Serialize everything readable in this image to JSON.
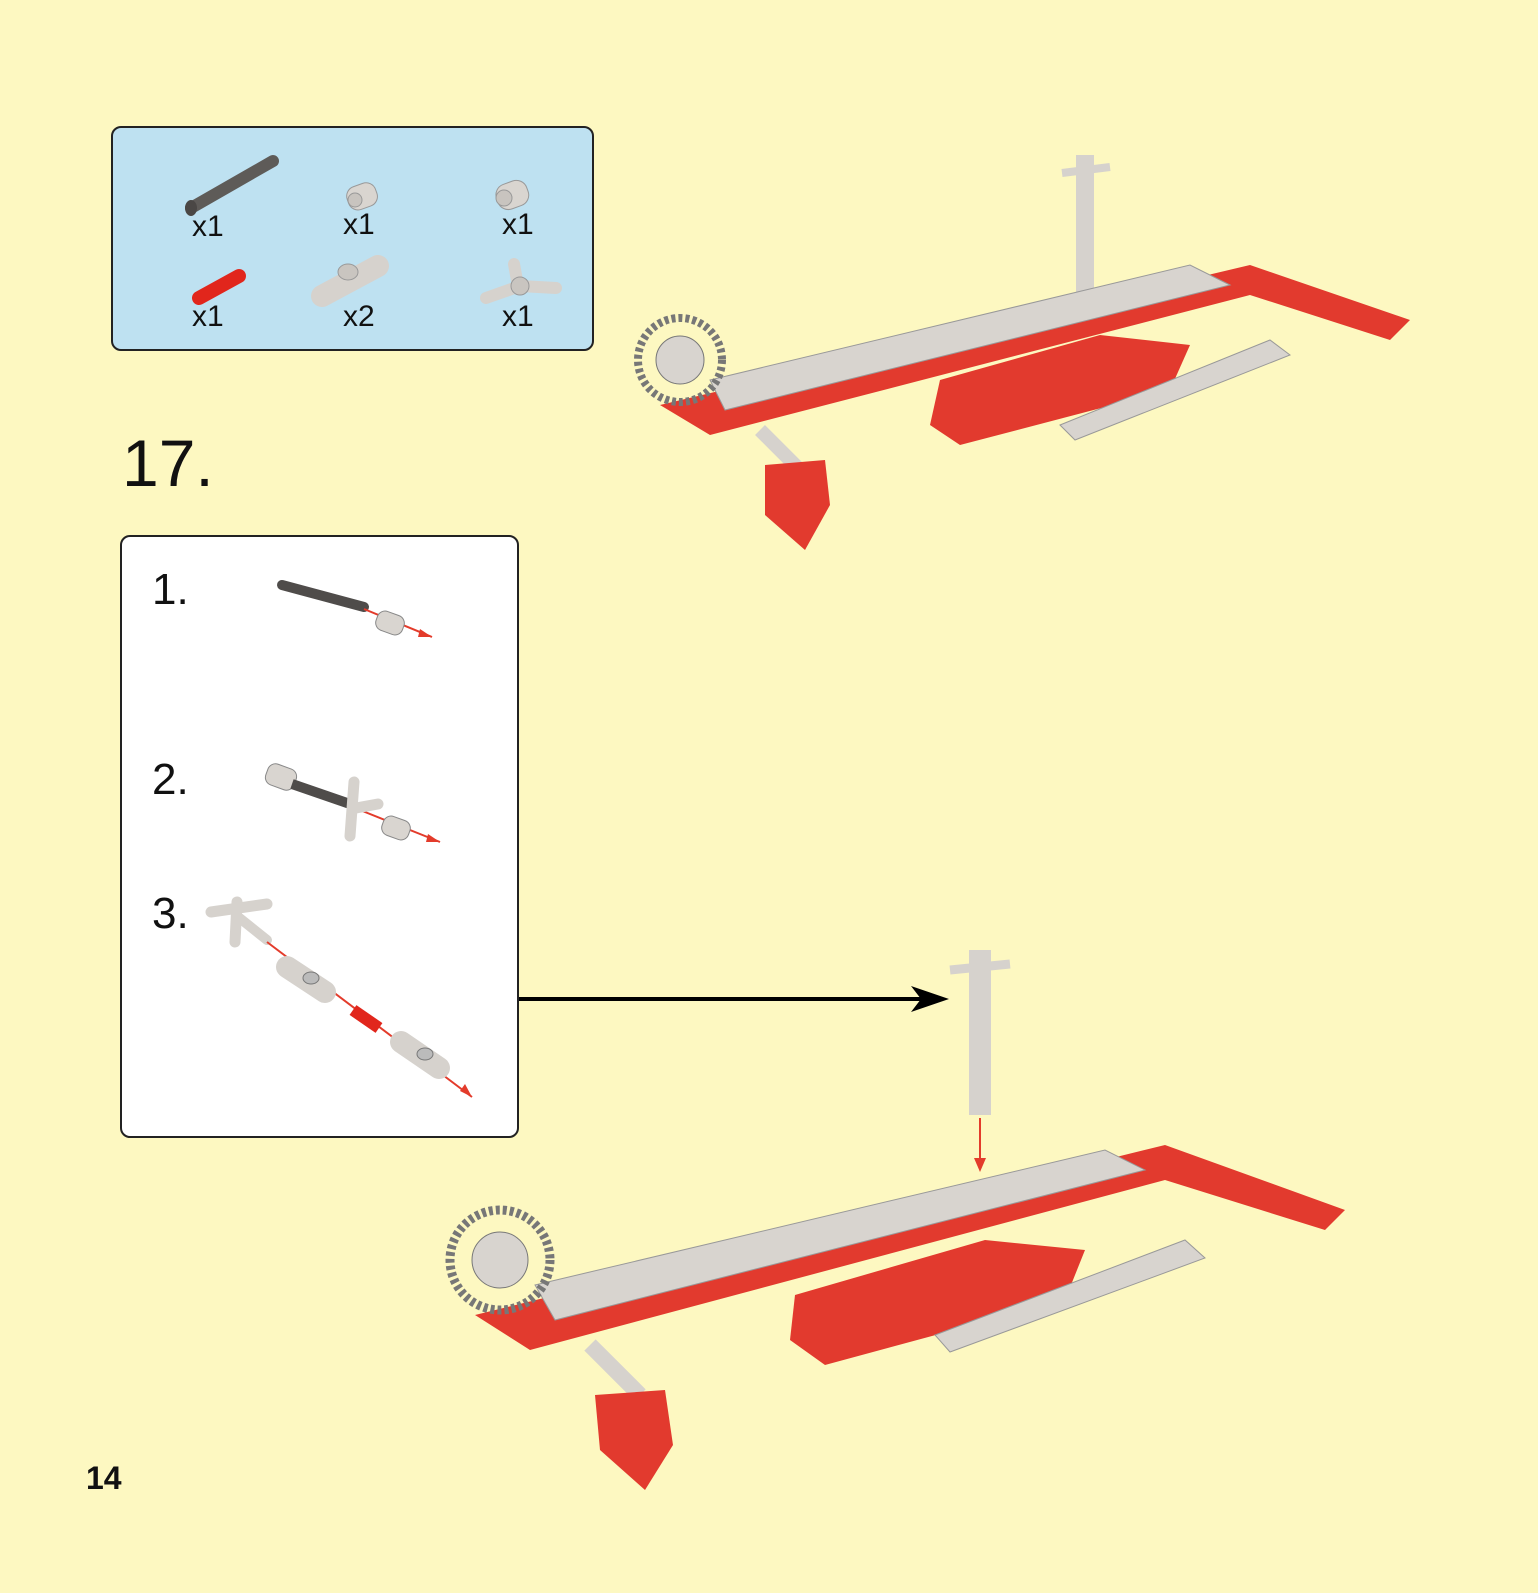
{
  "parts_list": {
    "items": [
      {
        "icon": "dark-gray-axle-with-stop",
        "quantity": "x1"
      },
      {
        "icon": "light-gray-axle-connector",
        "quantity": "x1"
      },
      {
        "icon": "light-gray-bush",
        "quantity": "x1"
      },
      {
        "icon": "red-axle-connector",
        "quantity": "x1"
      },
      {
        "icon": "light-gray-angle-connector",
        "quantity": "x2"
      },
      {
        "icon": "light-gray-hub-connector",
        "quantity": "x1"
      }
    ]
  },
  "step": {
    "number": "17."
  },
  "sub_assembly": {
    "steps": [
      {
        "number": "1."
      },
      {
        "number": "2."
      },
      {
        "number": "3."
      }
    ]
  },
  "page": {
    "number": "14"
  },
  "colors": {
    "background": "#fdf8c1",
    "parts_box": "#bee1f1",
    "brick_red": "#e23a2e",
    "brick_gray": "#d8d4cf",
    "arrow_red": "#e33b2b"
  }
}
